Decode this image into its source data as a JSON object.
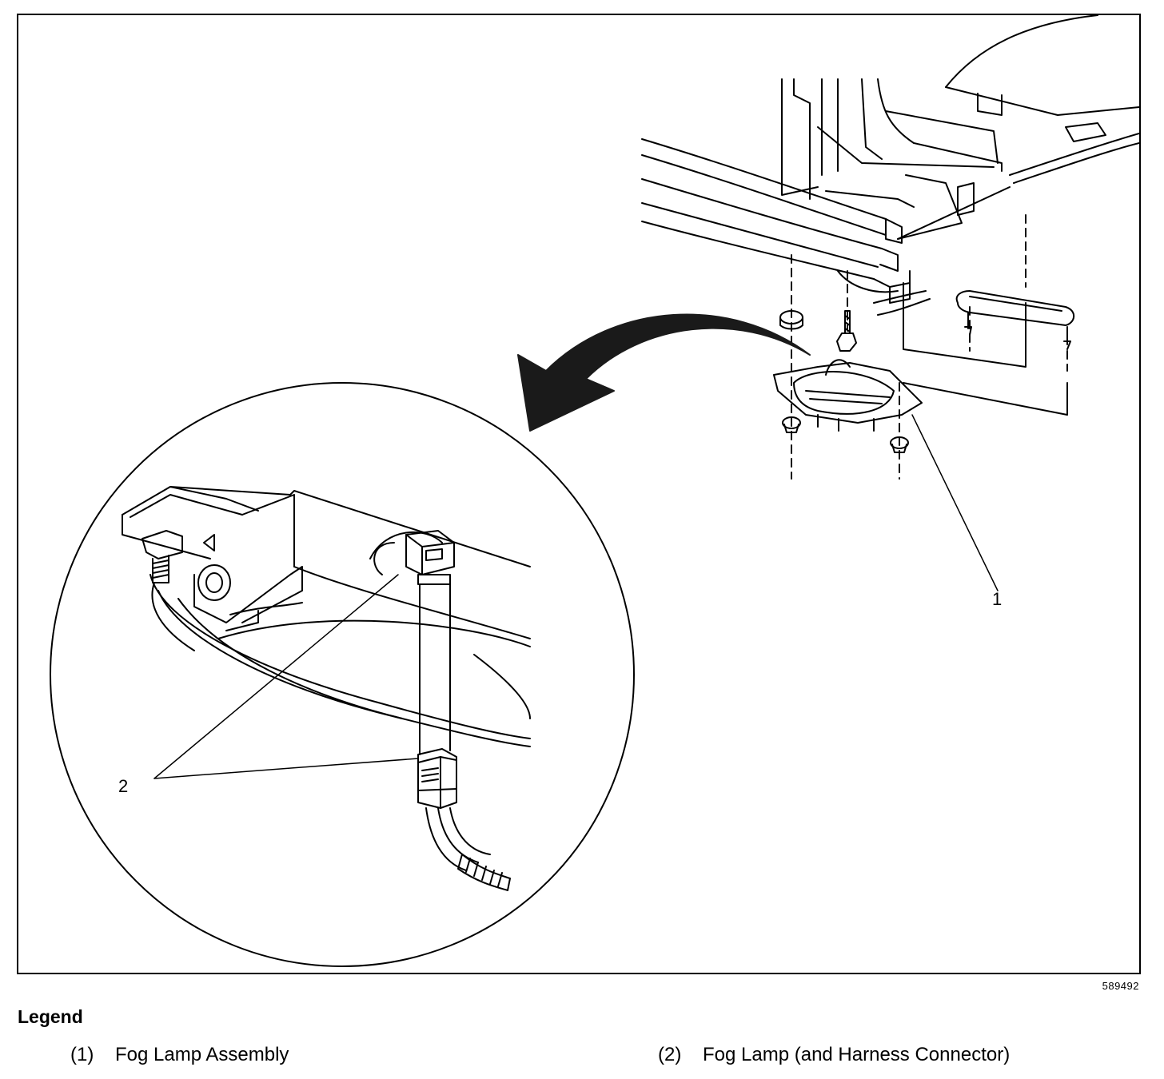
{
  "diagram": {
    "callouts": [
      {
        "id": "1",
        "label": "1"
      },
      {
        "id": "2",
        "label": "2"
      }
    ],
    "figure_id": "589492"
  },
  "legend": {
    "title": "Legend",
    "items": [
      {
        "number": "(1)",
        "label": "Fog Lamp Assembly"
      },
      {
        "number": "(2)",
        "label": "Fog Lamp (and Harness Connector)"
      }
    ]
  },
  "colors": {
    "ink": "#000000",
    "paper": "#ffffff",
    "arrow": "#1a1a1a"
  }
}
